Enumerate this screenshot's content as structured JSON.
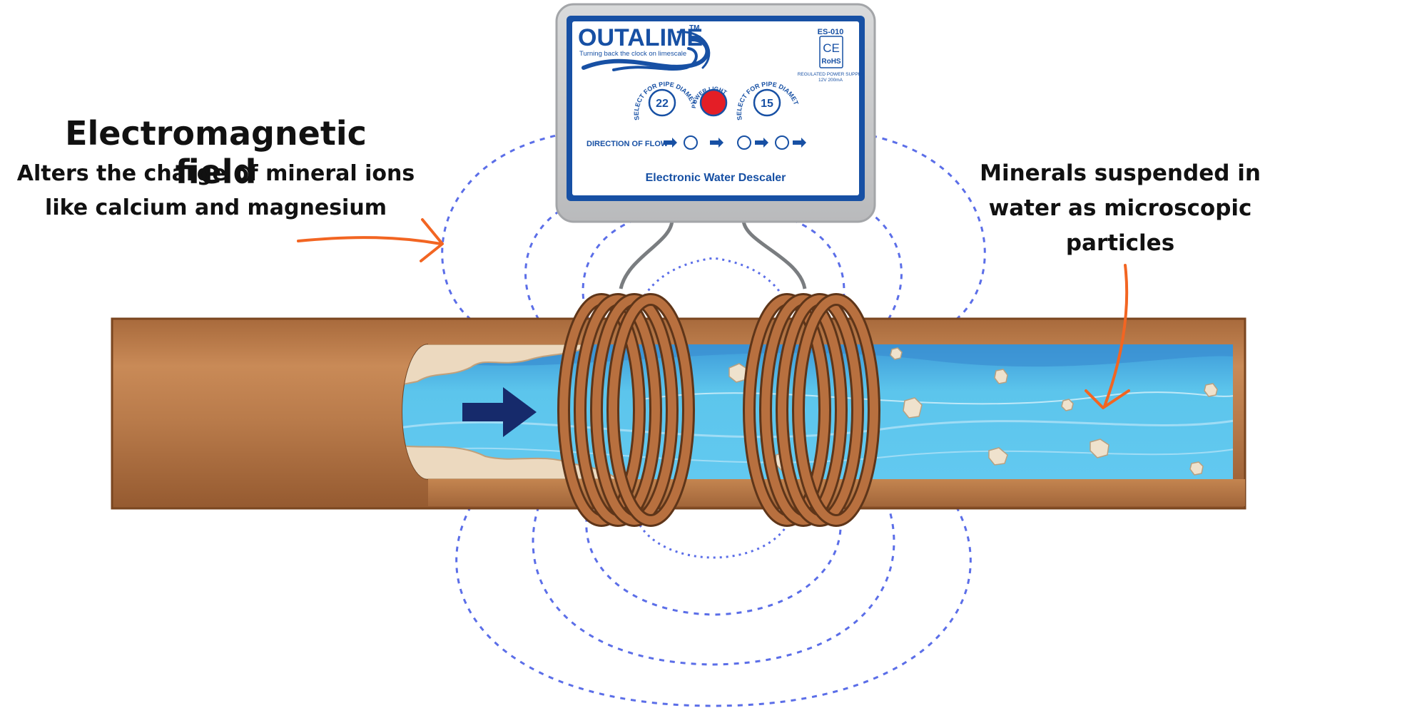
{
  "annotations": {
    "field_title": "Electromagnetic field",
    "field_desc_line1": "Alters the charge of mineral ions",
    "field_desc_line2": "like calcium and magnesium",
    "minerals_line1": "Minerals suspended in",
    "minerals_line2": "water as microscopic",
    "minerals_line3": "particles"
  },
  "device": {
    "brand": "OUTALIME",
    "trademark": "TM",
    "tagline": "Turning back the clock on limescale",
    "model": "ES-010",
    "ce_mark": "CE",
    "rohs": "RoHS",
    "power_line1": "REGULATED POWER SUPPLY",
    "power_line2": "12V 200mA",
    "dial_left_value": "22",
    "dial_right_value": "15",
    "dial_caption": "SELECT FOR PIPE DIAMETER",
    "power_light_label": "POWER LIGHT",
    "flow_label": "DIRECTION OF FLOW",
    "product_name": "Electronic Water Descaler"
  },
  "colors": {
    "annotation_arrow": "#f26522",
    "field_lines": "#5b6ee8",
    "copper": "#b8703f",
    "water": "#5cc5ec",
    "device_blue": "#1750a4",
    "power_light": "#e41e26",
    "flow_arrow": "#162a6b"
  },
  "icons": {
    "flow_arrow": "arrow-right-icon",
    "annotation_arrows": "curved-arrow-icon",
    "logo_wave": "wave-logo-icon"
  }
}
